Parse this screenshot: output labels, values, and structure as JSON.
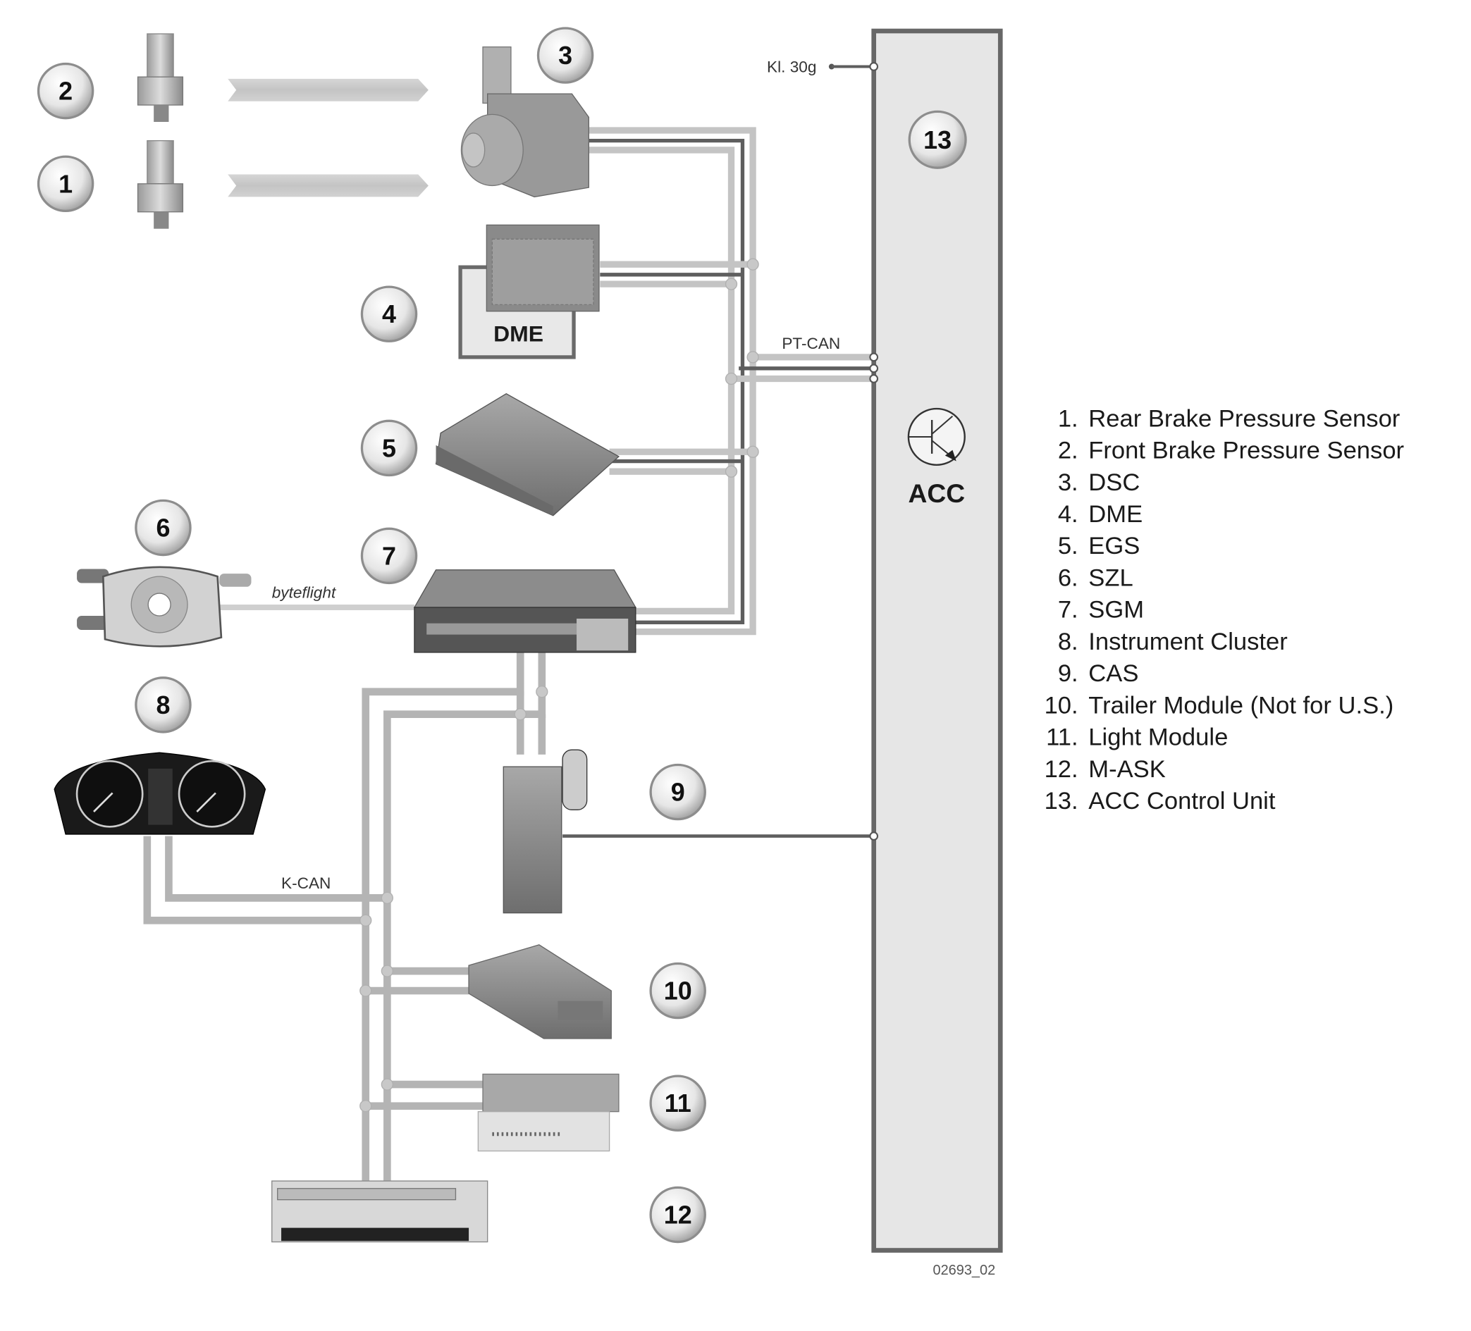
{
  "diagram": {
    "figure_id": "02693_02",
    "bus_labels": {
      "terminal": "Kl. 30g",
      "pt_can": "PT-CAN",
      "k_can": "K-CAN",
      "byteflight": "byteflight"
    },
    "acc_box": {
      "badge": "13",
      "label": "ACC",
      "symbol": "transistor-icon"
    },
    "dme_box_label": "DME",
    "badges": [
      "1",
      "2",
      "3",
      "4",
      "5",
      "6",
      "7",
      "8",
      "9",
      "10",
      "11",
      "12"
    ],
    "components": [
      {
        "id": 1,
        "icon": "pressure-sensor-icon"
      },
      {
        "id": 2,
        "icon": "pressure-sensor-icon"
      },
      {
        "id": 3,
        "icon": "dsc-unit-icon"
      },
      {
        "id": 4,
        "icon": "dme-circuit-board-icon"
      },
      {
        "id": 5,
        "icon": "egs-module-icon"
      },
      {
        "id": 6,
        "icon": "steering-column-switch-icon"
      },
      {
        "id": 7,
        "icon": "sgm-module-icon"
      },
      {
        "id": 8,
        "icon": "instrument-cluster-icon"
      },
      {
        "id": 9,
        "icon": "cas-module-icon"
      },
      {
        "id": 10,
        "icon": "trailer-module-icon"
      },
      {
        "id": 11,
        "icon": "light-module-icon"
      },
      {
        "id": 12,
        "icon": "m-ask-unit-icon"
      }
    ]
  },
  "legend": {
    "items": [
      {
        "num": "1.",
        "label": "Rear Brake Pressure Sensor"
      },
      {
        "num": "2.",
        "label": "Front Brake Pressure Sensor"
      },
      {
        "num": "3.",
        "label": "DSC"
      },
      {
        "num": "4.",
        "label": "DME"
      },
      {
        "num": "5.",
        "label": "EGS"
      },
      {
        "num": "6.",
        "label": "SZL"
      },
      {
        "num": "7.",
        "label": "SGM"
      },
      {
        "num": "8.",
        "label": "Instrument Cluster"
      },
      {
        "num": "9.",
        "label": "CAS"
      },
      {
        "num": "10.",
        "label": "Trailer Module (Not for U.S.)"
      },
      {
        "num": "11.",
        "label": "Light Module"
      },
      {
        "num": "12.",
        "label": "M-ASK"
      },
      {
        "num": "13.",
        "label": "ACC Control Unit"
      }
    ]
  }
}
